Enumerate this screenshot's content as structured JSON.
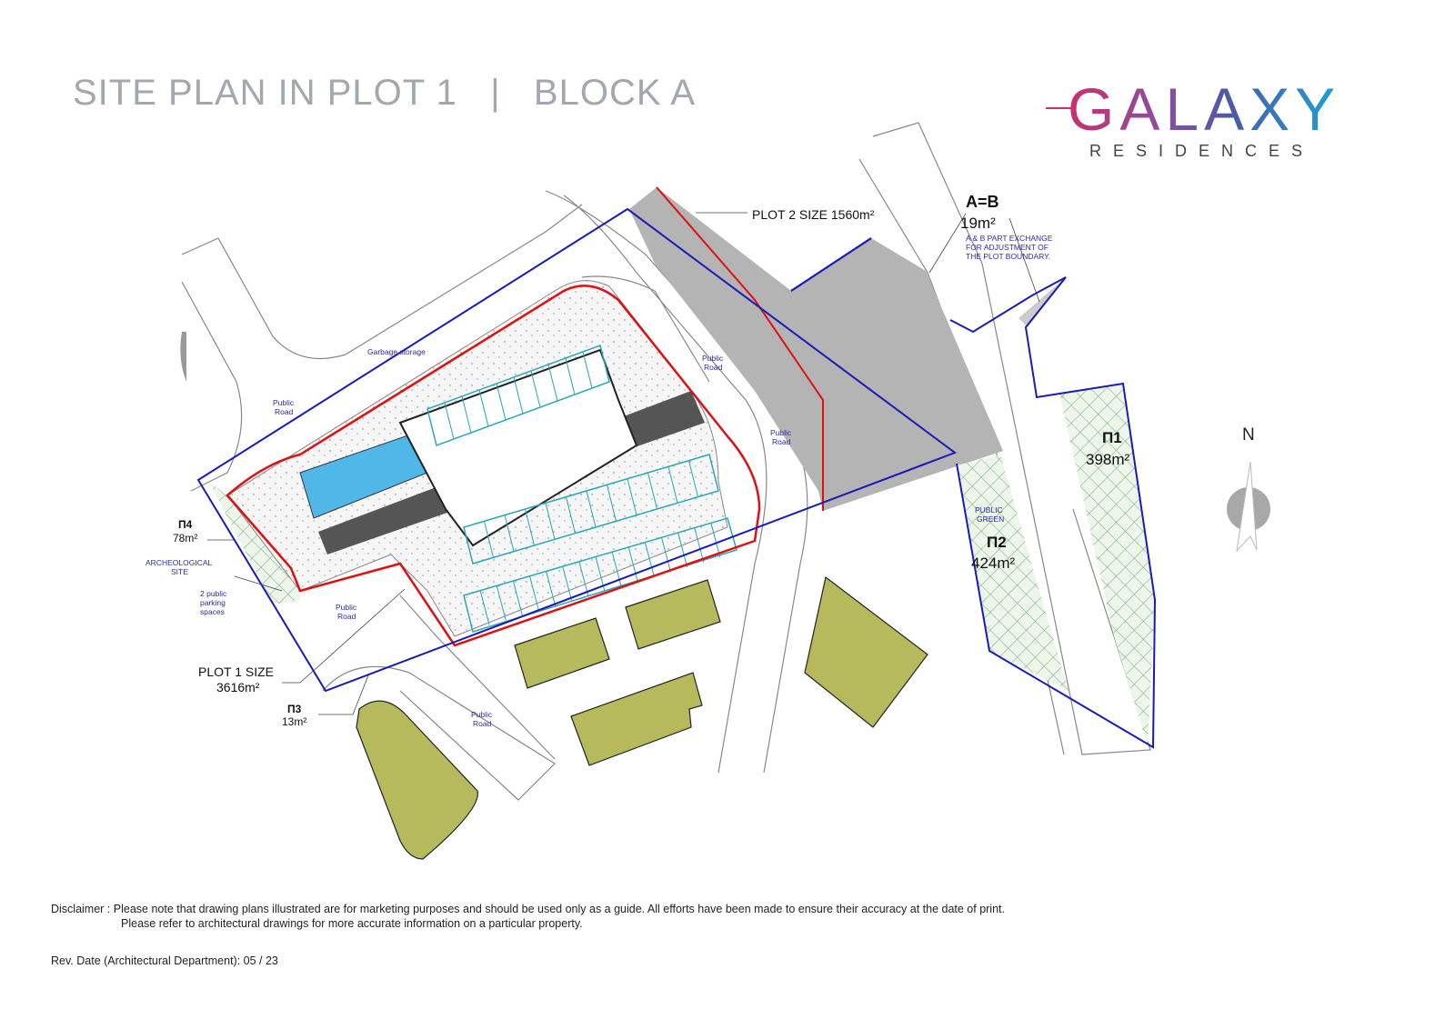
{
  "title": "SITE PLAN IN PLOT 1   |   BLOCK A",
  "logo": {
    "word": "GALAXY",
    "sub": "RESIDENCES"
  },
  "labels": {
    "plot2": "PLOT 2 SIZE 1560m²",
    "ab_title": "A=B",
    "ab_area": "19m²",
    "ab_note": [
      "A & B PART EXCHANGE",
      "FOR ADJUSTMENT OF",
      "THE PLOT BOUNDARY."
    ],
    "p1_name": "Π1",
    "p1_area": "398m²",
    "p2_name": "Π2",
    "p2_area": "424m²",
    "p3_name": "Π3",
    "p3_area": "13m²",
    "p4_name": "Π4",
    "p4_area": "78m²",
    "public_green": [
      "PUBLIC",
      "GREEN"
    ],
    "plot1": [
      "PLOT 1 SIZE",
      "3616m²"
    ],
    "archeological": [
      "ARCHEOLOGICAL",
      "SITE"
    ],
    "parking": [
      "2 public",
      "parking",
      "spaces"
    ],
    "garbage": "Garbage storage",
    "road": [
      "Public",
      "Road"
    ],
    "north": "N"
  },
  "colors": {
    "plot_boundary": "#1a1ab8",
    "building_line": "#e01010",
    "plot2_fill": "#b4b4b4",
    "green_blocks": "#b6ba5c",
    "pool": "#4fb8e8",
    "parking": "#2aa8b8"
  },
  "disclaimer": {
    "line1": "Disclaimer :  Please note that drawing plans illustrated are for marketing purposes and should be used only as a guide. All efforts have been made to ensure their accuracy at the date of print.",
    "line2": "Please refer to architectural drawings for more accurate information on a particular property."
  },
  "rev_date": "Rev. Date (Architectural Department): 05 / 23"
}
